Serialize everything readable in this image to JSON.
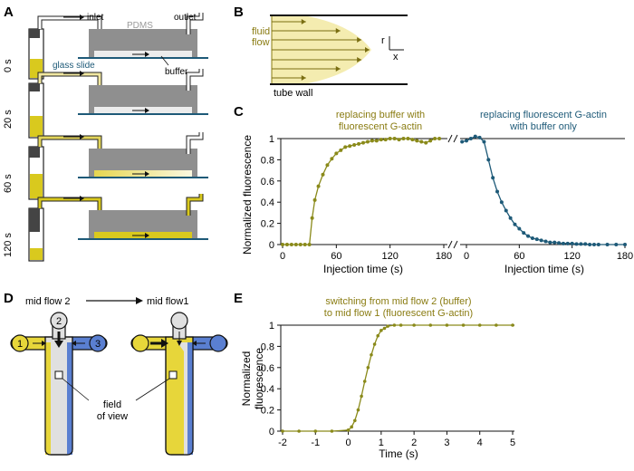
{
  "colors": {
    "olive": "#8a7c12",
    "olive_marker": "#8a8a1a",
    "teal": "#1e5a78",
    "yellow": "#d9c91e",
    "pale_yellow": "#f4ecb0",
    "gray": "#8f8f8f",
    "blue": "#5a7fd1",
    "light_gray": "#e0e0e0"
  },
  "panelA": {
    "letter": "A",
    "times": [
      "0 s",
      "20 s",
      "60 s",
      "120 s"
    ],
    "labels": {
      "inlet": "inlet",
      "outlet": "outlet",
      "pdms": "PDMS",
      "glass": "glass slide",
      "buffer": "buffer"
    },
    "fill_fraction": [
      0,
      0.25,
      0.7,
      1.0
    ]
  },
  "panelB": {
    "letter": "B",
    "fluid_flow": [
      "fluid",
      "flow"
    ],
    "tube_wall": "tube wall",
    "axis_r": "r",
    "axis_x": "x"
  },
  "panelC": {
    "letter": "C",
    "title_left": [
      "replacing buffer with",
      "fluorescent G-actin"
    ],
    "title_right": [
      "replacing fluorescent G-actin",
      "with buffer only"
    ],
    "ylabel": "Normalized fluorescence",
    "xlabel": "Injection time (s)",
    "yticks": [
      "0",
      "0.2",
      "0.4",
      "0.6",
      "0.8",
      "1"
    ],
    "xticks_left": [
      "0",
      "60",
      "120",
      "180"
    ],
    "xticks_right": [
      "0",
      "60",
      "120",
      "180"
    ]
  },
  "panelD": {
    "letter": "D",
    "title_left": "mid flow 2",
    "title_right": "mid flow1",
    "inlets": [
      "1",
      "2",
      "3"
    ],
    "field_of_view": [
      "field",
      "of view"
    ]
  },
  "panelE": {
    "letter": "E",
    "title": [
      "switching from mid flow 2 (buffer)",
      "to mid flow 1 (fluorescent G-actin)"
    ],
    "ylabel": [
      "Normalized",
      "fluorescence"
    ],
    "xlabel": "Time (s)",
    "yticks": [
      "0",
      "0.2",
      "0.4",
      "0.6",
      "0.8",
      "1"
    ],
    "xticks": [
      "-2",
      "-1",
      "0",
      "1",
      "2",
      "3",
      "4",
      "5"
    ]
  },
  "chart_data": [
    {
      "type": "line",
      "title": "replacing buffer with fluorescent G-actin",
      "xlabel": "Injection time (s)",
      "ylabel": "Normalized fluorescence",
      "xlim": [
        0,
        180
      ],
      "ylim": [
        0,
        1
      ],
      "x": [
        0,
        5,
        10,
        15,
        20,
        25,
        30,
        33,
        36,
        40,
        45,
        50,
        55,
        60,
        65,
        70,
        75,
        80,
        85,
        90,
        95,
        100,
        105,
        110,
        115,
        120,
        125,
        130,
        135,
        140,
        145,
        150,
        155,
        160,
        165,
        170,
        175
      ],
      "values": [
        0,
        0,
        0,
        0,
        0,
        0,
        0,
        0.25,
        0.42,
        0.55,
        0.66,
        0.75,
        0.81,
        0.86,
        0.89,
        0.92,
        0.93,
        0.94,
        0.95,
        0.96,
        0.97,
        0.98,
        0.98,
        0.99,
        0.99,
        1.0,
        1.0,
        0.99,
        1.0,
        1.0,
        0.99,
        0.98,
        0.97,
        0.96,
        0.98,
        1.0,
        1.0
      ]
    },
    {
      "type": "line",
      "title": "replacing fluorescent G-actin with buffer only",
      "xlabel": "Injection time (s)",
      "ylabel": "Normalized fluorescence",
      "xlim": [
        0,
        180
      ],
      "ylim": [
        0,
        1
      ],
      "x": [
        -5,
        0,
        5,
        10,
        15,
        20,
        25,
        30,
        35,
        40,
        45,
        50,
        55,
        60,
        65,
        70,
        75,
        80,
        85,
        90,
        95,
        100,
        105,
        110,
        115,
        120,
        125,
        130,
        135,
        140,
        145,
        150,
        160,
        170,
        180
      ],
      "values": [
        0.97,
        0.98,
        1.0,
        1.02,
        1.01,
        0.97,
        0.8,
        0.63,
        0.5,
        0.4,
        0.32,
        0.25,
        0.19,
        0.15,
        0.11,
        0.08,
        0.06,
        0.05,
        0.04,
        0.03,
        0.02,
        0.02,
        0.015,
        0.01,
        0.01,
        0.01,
        0.005,
        0.005,
        0.005,
        0,
        0,
        0,
        0,
        0,
        0
      ]
    },
    {
      "type": "line",
      "title": "switching from mid flow 2 (buffer) to mid flow 1 (fluorescent G-actin)",
      "xlabel": "Time (s)",
      "ylabel": "Normalized fluorescence",
      "xlim": [
        -2,
        5
      ],
      "ylim": [
        0,
        1
      ],
      "x": [
        -2,
        -1.5,
        -1,
        -0.5,
        0,
        0.1,
        0.2,
        0.3,
        0.4,
        0.5,
        0.6,
        0.7,
        0.8,
        0.9,
        1.0,
        1.1,
        1.2,
        1.4,
        1.6,
        2,
        2.5,
        3,
        3.5,
        4,
        4.5,
        5
      ],
      "values": [
        0,
        0,
        0,
        0,
        0.01,
        0.04,
        0.1,
        0.2,
        0.33,
        0.47,
        0.6,
        0.72,
        0.82,
        0.9,
        0.95,
        0.97,
        0.99,
        1.0,
        1.0,
        1.0,
        1.0,
        1.0,
        1.0,
        1.0,
        1.0,
        1.0
      ]
    }
  ]
}
